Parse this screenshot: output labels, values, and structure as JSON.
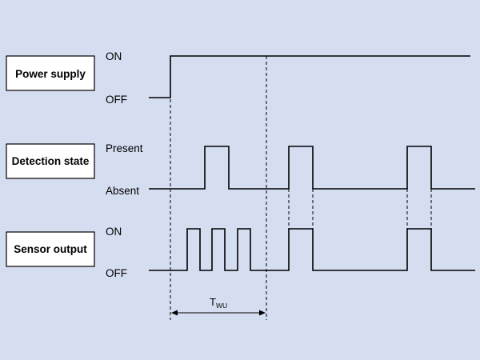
{
  "signals": [
    {
      "label": "Power supply",
      "high_label": "ON",
      "low_label": "OFF"
    },
    {
      "label": "Detection state",
      "high_label": "Present",
      "low_label": "Absent"
    },
    {
      "label": "Sensor output",
      "high_label": "ON",
      "low_label": "OFF"
    }
  ],
  "annotation": {
    "main": "T",
    "sub": "WU"
  }
}
